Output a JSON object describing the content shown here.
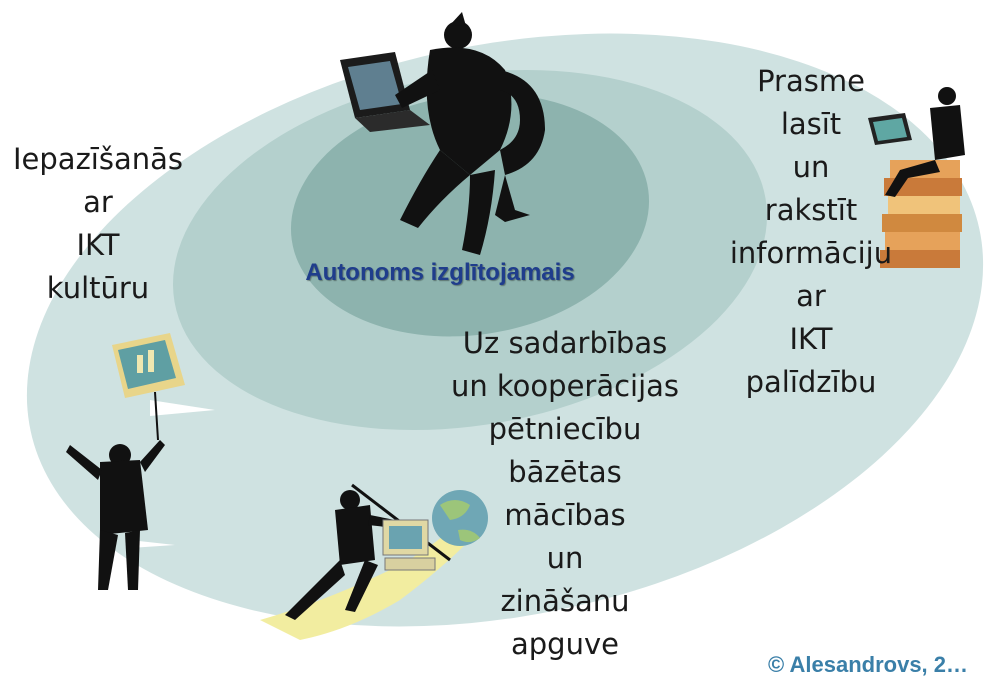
{
  "diagram": {
    "center_label": "Autonoms izglītojamais",
    "left_text": [
      "Iepazīšanās",
      "ar",
      "IKT",
      "kultūru"
    ],
    "right_text": [
      "Prasme",
      "lasīt",
      "un",
      "rakstīt",
      "informāciju",
      "ar",
      "IKT",
      "palīdzību"
    ],
    "bottom_text": [
      "Uz sadarbības",
      "un kooperācijas",
      "pētniecību",
      "bāzētas",
      "mācības",
      "un",
      "zināšanu",
      "apguve"
    ],
    "copyright": "© Alesandrovs, 2…"
  },
  "colors": {
    "outer_ring": "#c9dedd",
    "middle_ring": "#a9c9c6",
    "inner_ring": "#7fa9a4",
    "label_blue": "#1f3d8c",
    "copyright": "#3a7fa8"
  },
  "icons": [
    "person-at-laptop-icon",
    "person-on-books-icon",
    "person-with-screen-icon",
    "person-with-pole-icon",
    "globe-icon",
    "computer-icon"
  ]
}
